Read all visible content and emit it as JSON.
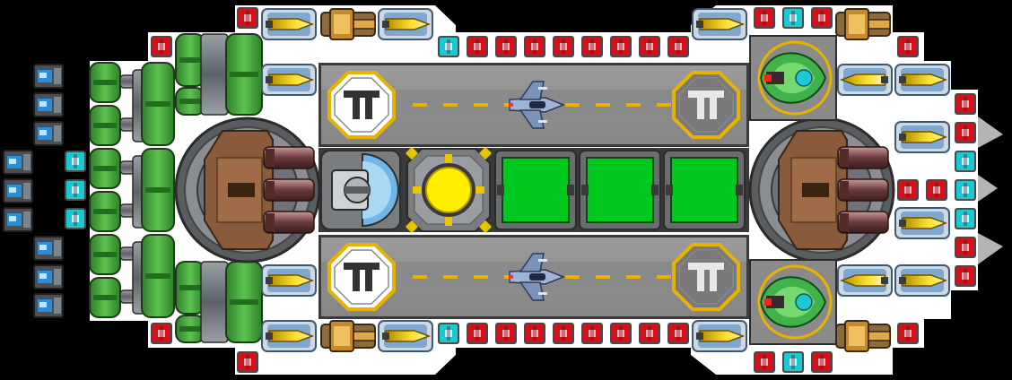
{
  "ship": {
    "hangars": [
      {
        "name": "upper",
        "pad_markers": [
          "left",
          "right"
        ],
        "docked_craft": "fighter"
      },
      {
        "name": "lower",
        "pad_markers": [
          "left",
          "right"
        ],
        "docked_craft": "fighter"
      }
    ],
    "central_modules": [
      "sensor-dome",
      "reactor-core",
      "cargo-bay",
      "cargo-bay",
      "cargo-bay"
    ],
    "turrets": [
      "left-heavy-cannon",
      "right-heavy-cannon"
    ],
    "drone_bays": [
      "upper-right",
      "lower-right"
    ]
  },
  "colors": {
    "hull": "#ffffff",
    "deck": "#8f8f8f",
    "reactor": "#ffee00",
    "cargo": "#00c81e",
    "pad_ring": "#e6b400",
    "armor_red": "#d0141e",
    "armor_cyan": "#1ec8d2",
    "engine_green": "#3fa83a",
    "thruster_blue": "#2a8fd8",
    "turret_brown": "#8a5a3c",
    "missile_yellow": "#ffd200"
  },
  "icons": {
    "pad": "landing-pad-icon",
    "fighter": "fighter-icon",
    "drone": "drone-icon",
    "missile": "missile-pod-icon",
    "armor": "armor-plate-icon",
    "thruster": "thruster-icon",
    "turret": "cannon-turret-icon",
    "reactor": "reactor-core-icon",
    "cargo": "cargo-bay-icon"
  }
}
